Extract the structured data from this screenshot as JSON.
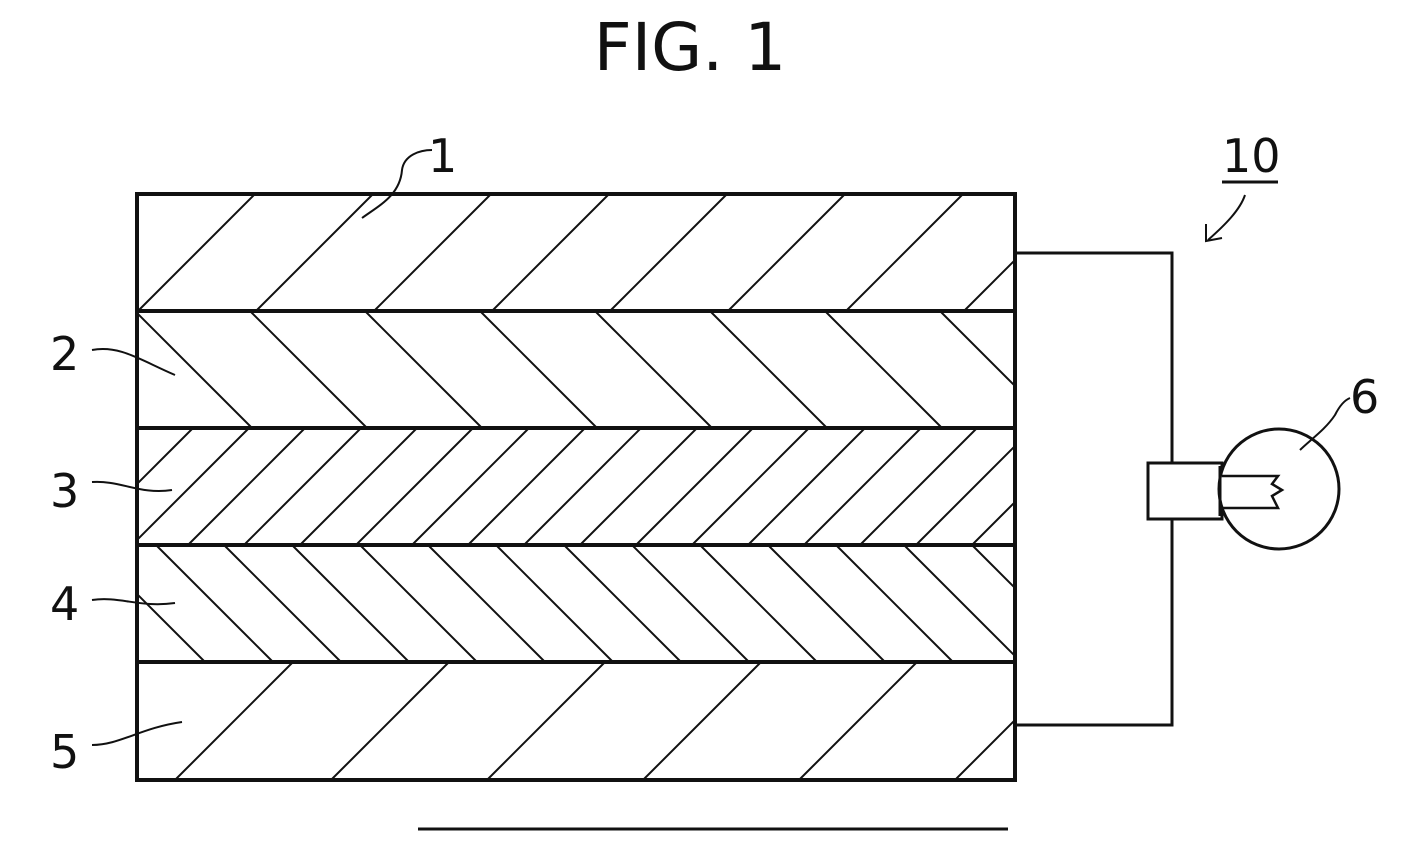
{
  "figure": {
    "title": "FIG. 1",
    "assembly_ref": "10",
    "layers": [
      {
        "ref": "1",
        "hatch": "forward"
      },
      {
        "ref": "2",
        "hatch": "backward"
      },
      {
        "ref": "3",
        "hatch": "forward"
      },
      {
        "ref": "4",
        "hatch": "backward"
      },
      {
        "ref": "5",
        "hatch": "forward"
      }
    ],
    "lamp_ref": "6"
  }
}
